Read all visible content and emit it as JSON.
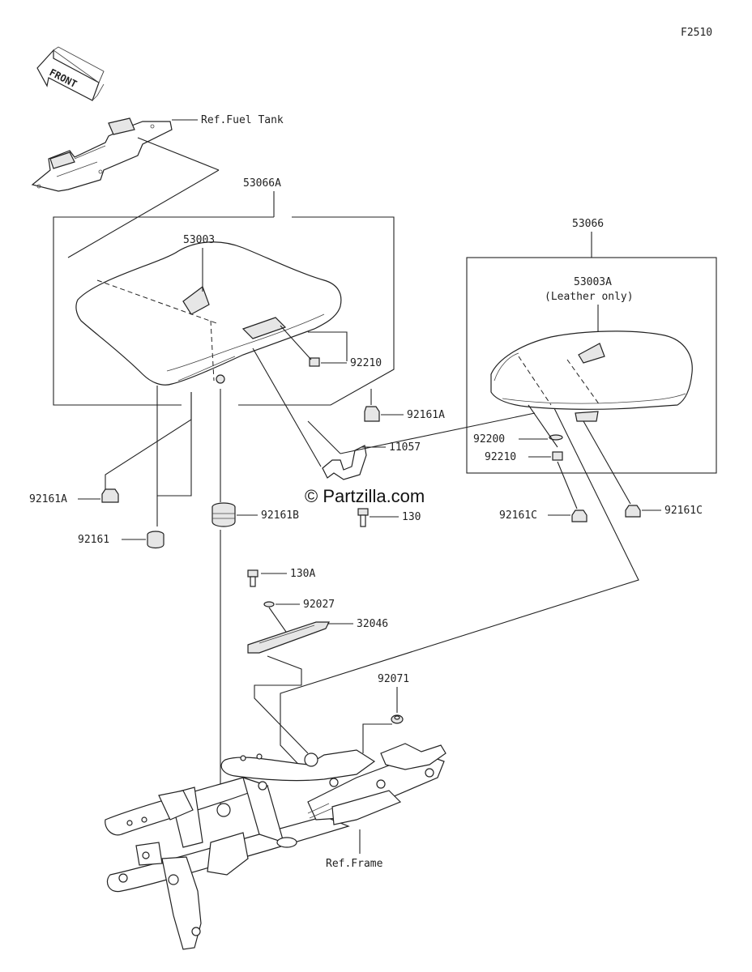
{
  "figure_code": "F2510",
  "front_label": "FRONT",
  "watermark": "© Partzilla.com",
  "refs": {
    "fuel_tank": "Ref.Fuel Tank",
    "frame": "Ref.Frame"
  },
  "parts": {
    "p53066A": "53066A",
    "p53003": "53003",
    "p92210a": "92210",
    "p92161A_right": "92161A",
    "p11057": "11057",
    "p130": "130",
    "p92161A_left": "92161A",
    "p92161": "92161",
    "p92161B": "92161B",
    "p130A": "130A",
    "p92027": "92027",
    "p32046": "32046",
    "p92071": "92071",
    "p53066": "53066",
    "p53003A": "53003A",
    "p53003A_note": "(Leather only)",
    "p92200": "92200",
    "p92210b": "92210",
    "p92161C_left": "92161C",
    "p92161C_right": "92161C"
  }
}
